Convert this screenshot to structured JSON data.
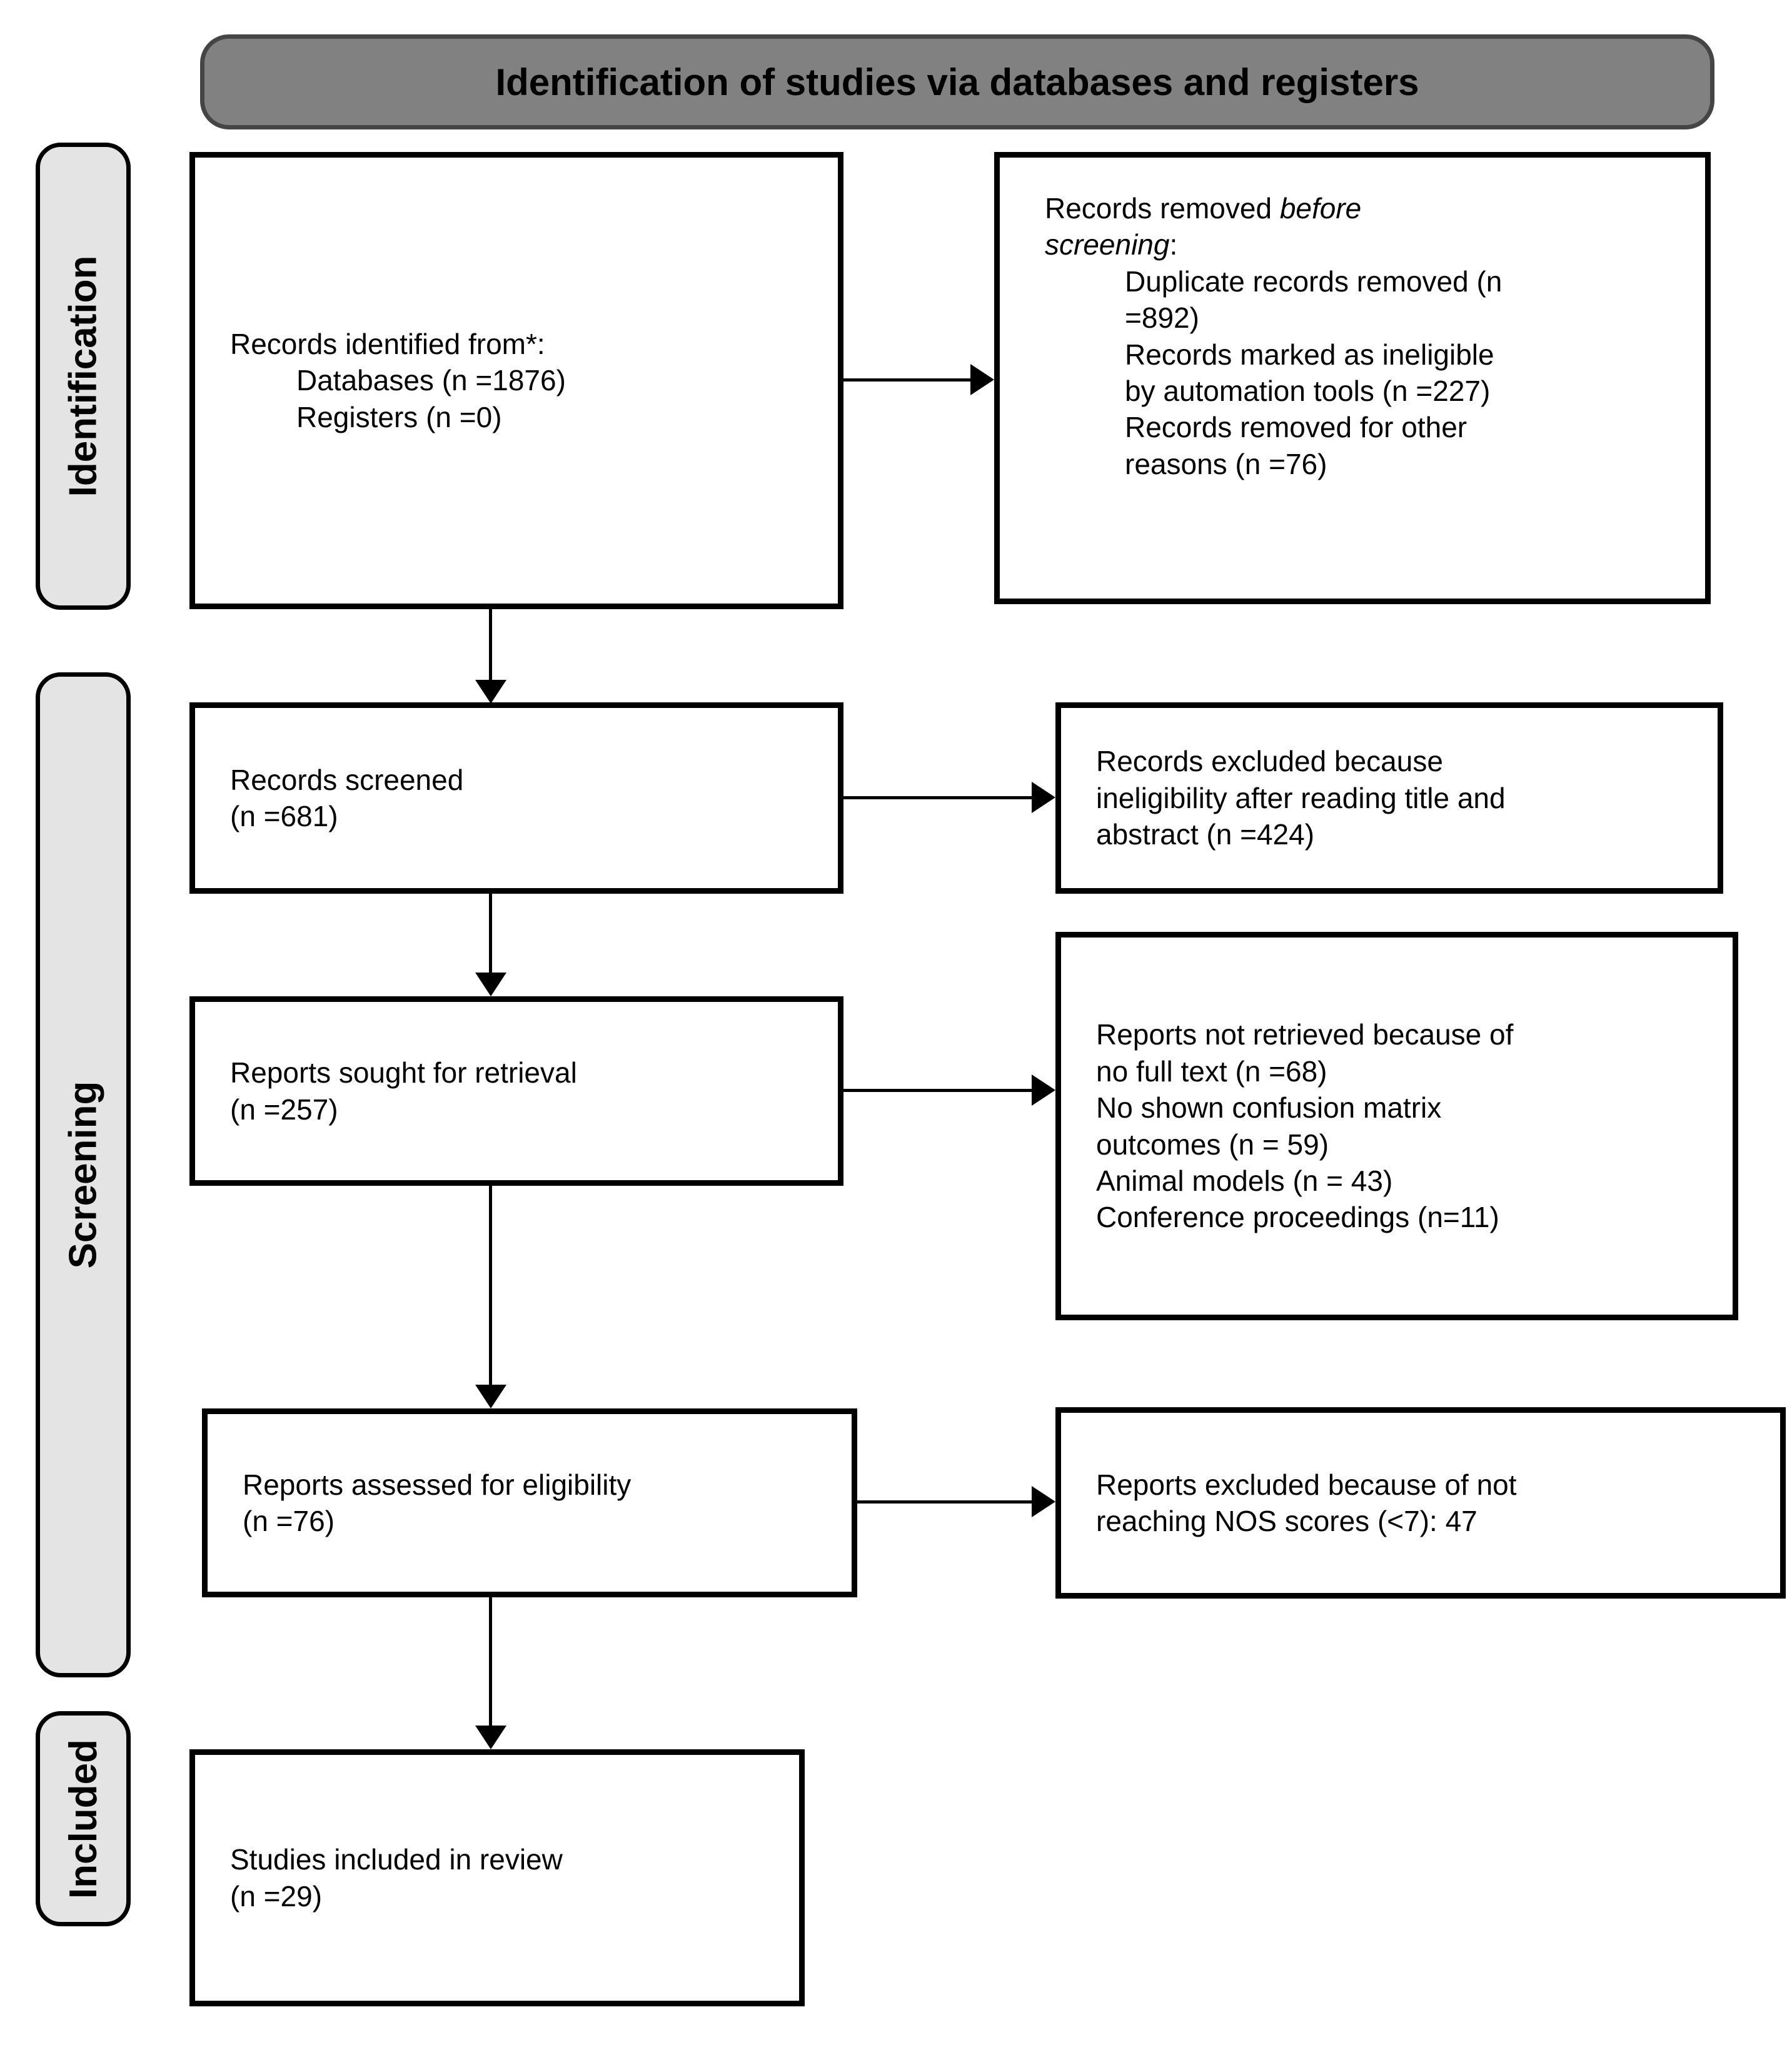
{
  "colors": {
    "background": "#ffffff",
    "header_fill": "#818181",
    "header_border": "#454545",
    "rail_fill": "#e4e4e4",
    "box_border": "#000000",
    "text": "#000000"
  },
  "header": {
    "title": "Identification of studies via databases and registers"
  },
  "stages": [
    {
      "label": "Identification"
    },
    {
      "label": "Screening"
    },
    {
      "label": "Included"
    }
  ],
  "flow": {
    "identified": {
      "title": "Records identified from*:",
      "items": [
        "Databases (n =1876)",
        "Registers (n =0)"
      ]
    },
    "screened": {
      "lines": [
        "Records screened",
        "(n =681)"
      ]
    },
    "sought": {
      "lines": [
        "Reports sought for retrieval",
        "(n =257)"
      ]
    },
    "assessed": {
      "lines": [
        "Reports assessed for eligibility",
        "(n =76)"
      ]
    },
    "included": {
      "lines": [
        "Studies included in review",
        "(n =29)"
      ]
    }
  },
  "side": {
    "removed": {
      "title_parts": {
        "normal": "Records removed ",
        "italic_1": "before",
        "italic_2": "screening",
        "suffix": ":"
      },
      "item_lines": [
        "Duplicate records removed (n",
        "=892)",
        "Records marked as ineligible",
        "by automation tools (n =227)",
        "Records removed for other",
        "reasons (n =76)"
      ]
    },
    "excluded_after_screening": {
      "lines": [
        "Records excluded because",
        "ineligibility after reading title and",
        "abstract (n =424)"
      ]
    },
    "not_retrieved": {
      "lines": [
        "Reports not retrieved because of",
        "no full text (n =68)",
        "No shown confusion matrix",
        "outcomes (n = 59)",
        "Animal models (n = 43)",
        "Conference proceedings (n=11)"
      ]
    },
    "excluded_eligibility": {
      "lines": [
        "Reports excluded because of not",
        "reaching NOS scores (<7): 47"
      ]
    }
  }
}
